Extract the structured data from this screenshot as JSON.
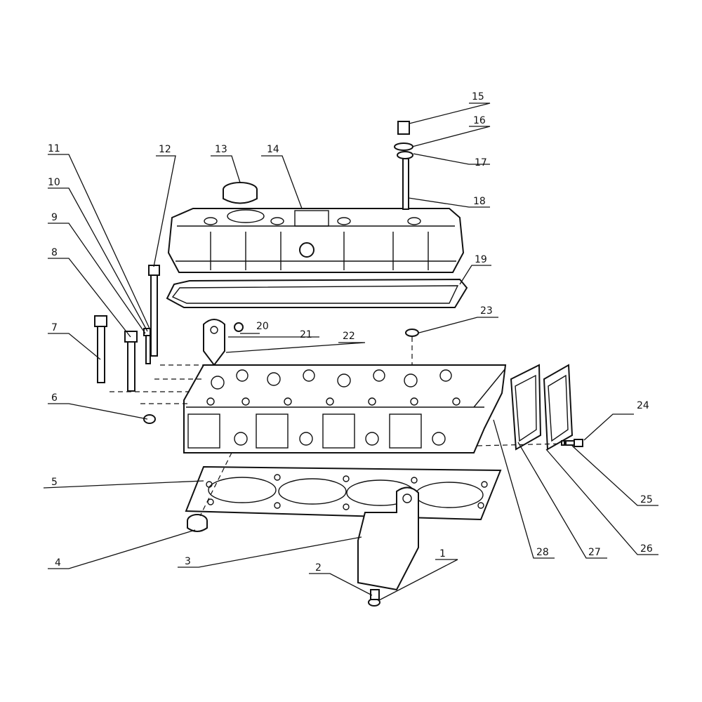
{
  "callouts": [
    "1",
    "2",
    "3",
    "4",
    "5",
    "6",
    "7",
    "8",
    "9",
    "10",
    "11",
    "12",
    "13",
    "14",
    "15",
    "16",
    "17",
    "18",
    "19",
    "20",
    "21",
    "22",
    "23",
    "24",
    "25",
    "26",
    "27",
    "28"
  ],
  "colors": {
    "line": "#111111",
    "background": "#ffffff"
  }
}
